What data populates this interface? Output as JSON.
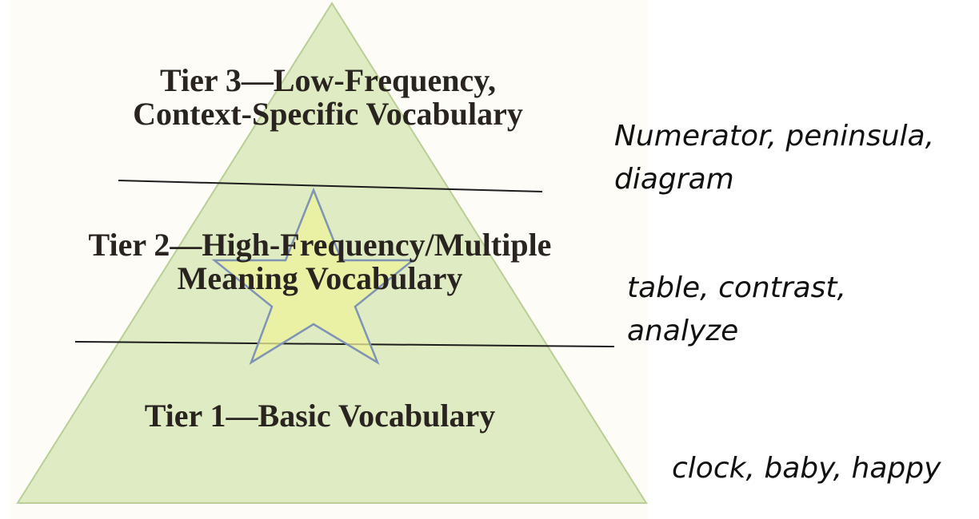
{
  "colors": {
    "pyramid_fill": "#d9e8b8",
    "pyramid_stroke": "#b9cf95",
    "star_fill": "#eef29a",
    "star_stroke": "#7f93b4",
    "divider": "#1c1c1c",
    "tier_text": "#2a2420",
    "example_text": "#111111"
  },
  "tiers": [
    {
      "id": "tier3",
      "title_lines": [
        "Tier 3—Low-Frequency,",
        "Context-Specific Vocabulary"
      ],
      "example_lines": [
        "Numerator, peninsula,",
        "diagram"
      ]
    },
    {
      "id": "tier2",
      "title_lines": [
        "Tier 2—High-Frequency/Multiple",
        "Meaning Vocabulary"
      ],
      "example_lines": [
        "table, contrast,",
        "analyze"
      ]
    },
    {
      "id": "tier1",
      "title_lines": [
        "Tier 1—Basic Vocabulary"
      ],
      "example_lines": [
        "clock, baby, happy"
      ]
    }
  ],
  "icons": {
    "highlight": "star-icon"
  }
}
